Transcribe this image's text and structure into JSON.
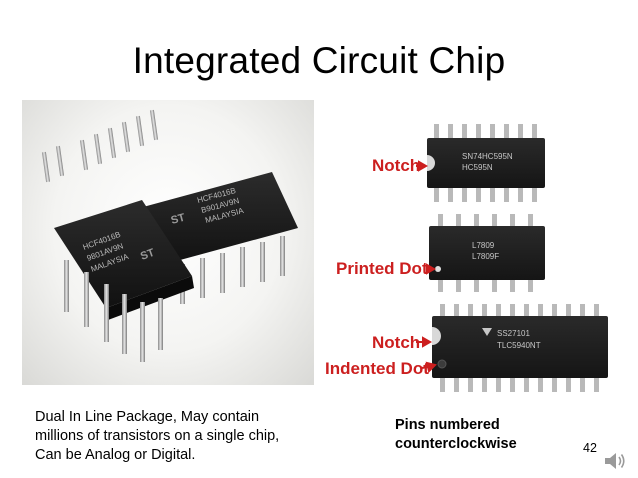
{
  "slide": {
    "title": "Integrated Circuit Chip",
    "page_number": "42"
  },
  "photo": {
    "chip_back_marking_1": "HCF4016B",
    "chip_back_marking_2": "B901AV9N",
    "chip_back_marking_3": "MALAYSIA",
    "chip_front_marking_1": "HCF4016B",
    "chip_front_marking_2": "9801AV9N",
    "chip_front_marking_3": "MALAYSIA"
  },
  "diagram": {
    "label_notch_top": "Notch",
    "label_printed_dot": "Printed Dot",
    "label_notch_bottom": "Notch",
    "label_indented_dot": "Indented Dot",
    "chip1_marking_1": "SN74HC595N",
    "chip1_marking_2": "HC595N",
    "chip2_marking_1": "L7809",
    "chip2_marking_2": "L7809F",
    "chip3_marking_1": "SS27101",
    "chip3_marking_2": "TLC5940NT"
  },
  "captions": {
    "left_line_1": "Dual In Line Package, May contain",
    "left_line_2": "millions of transistors on a single chip,",
    "left_line_3": "Can be Analog or Digital.",
    "right_line_1": "Pins numbered",
    "right_line_2": "counterclockwise"
  },
  "colors": {
    "label_red": "#cc1f1f",
    "chip_body": "#1c1c1c",
    "pin_metal": "#b8b8b8"
  },
  "icons": {
    "speaker": "speaker-icon"
  }
}
